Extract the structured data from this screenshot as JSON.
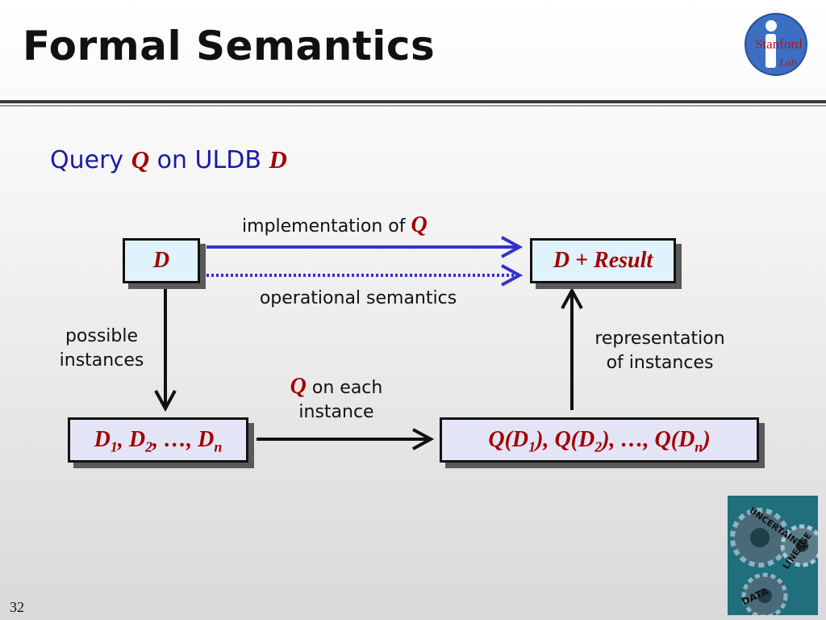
{
  "slide": {
    "title": "Formal Semantics",
    "page_number": "32"
  },
  "subtitle": {
    "prefix": "Query ",
    "q": "Q",
    "middle": " on ULDB ",
    "d": "D"
  },
  "boxes": {
    "d": "D",
    "d_result": "D + Result",
    "instances": {
      "d1": "D",
      "s1": "1",
      "sep1": ", ",
      "d2": "D",
      "s2": "2",
      "sep2": ", …, ",
      "dn": "D",
      "sn": "n"
    },
    "results": {
      "q1": "Q(D",
      "s1": "1",
      "c1": "), ",
      "q2": "Q(D",
      "s2": "2",
      "c2": "), …, ",
      "qn": "Q(D",
      "sn": "n",
      "cn": ")"
    }
  },
  "edge_labels": {
    "implementation_prefix": "implementation of ",
    "implementation_q": "Q",
    "operational": "operational semantics",
    "possible_line1": "possible",
    "possible_line2": "instances",
    "each_q": "Q",
    "each_line1_suffix": " on each",
    "each_line2": "instance",
    "representation_line1": "representation",
    "representation_line2": "of instances"
  },
  "logos": {
    "stanford_text": "Stanford",
    "stanford_sub": "Lab",
    "gears_words": [
      "UNCERTAINTY",
      "LINEAGE",
      "DATA"
    ]
  },
  "colors": {
    "subtitle": "#1a1aa8",
    "italic_red": "#a00000",
    "arrow_blue": "#3333cc",
    "box_light": "#e0f2fb",
    "box_lavender": "#e4e4f7"
  }
}
